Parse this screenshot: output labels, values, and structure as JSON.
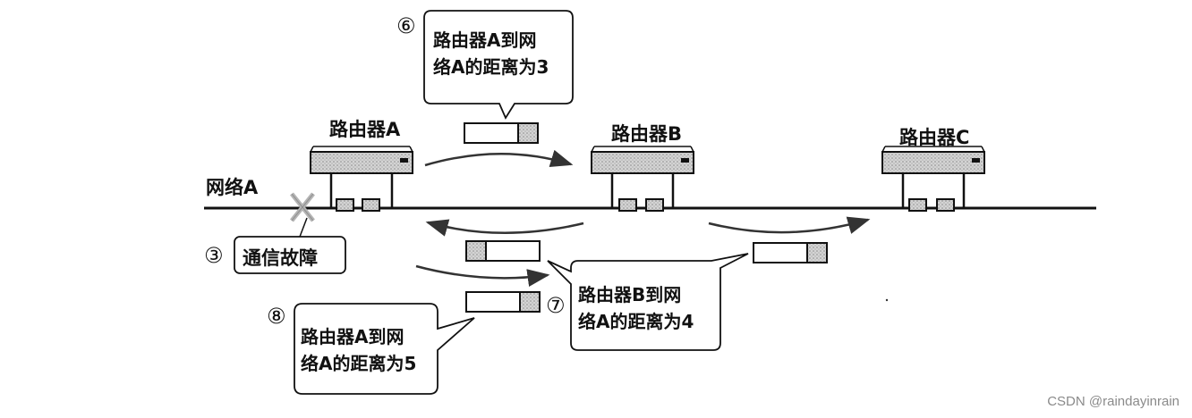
{
  "network": {
    "label": "网络A"
  },
  "routers": [
    {
      "label": "路由器A"
    },
    {
      "label": "路由器B"
    },
    {
      "label": "路由器C"
    }
  ],
  "failure": {
    "step": "③",
    "label": "通信故障"
  },
  "callouts": [
    {
      "step": "⑥",
      "line1": "路由器A到网",
      "line2": "络A的距离为3"
    },
    {
      "step": "⑦",
      "line1": "路由器B到网",
      "line2": "络A的距离为4"
    },
    {
      "step": "⑧",
      "line1": "路由器A到网",
      "line2": "络A的距离为5"
    }
  ],
  "watermark": "CSDN @raindayinrain",
  "colors": {
    "stroke": "#111111",
    "router_fill": "#c9c9c9",
    "packet_fill": "#cfcfcf",
    "failure_x": "#b9b9b9"
  }
}
